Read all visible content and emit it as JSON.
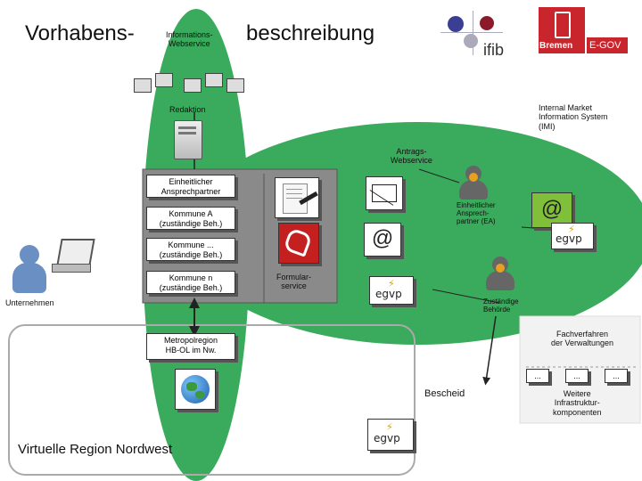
{
  "header": {
    "title_left": "Vorhabens-",
    "title_right": "beschreibung",
    "info_webservice": "Informations-\nWebservice",
    "logo_ifib": "ifib",
    "logo_bremen": "Bremen",
    "logo_egov": "E-GOV"
  },
  "labels": {
    "redaktion": "Redaktion",
    "imi": "Internal Market\nInformation System\n(IMI)",
    "antrags": "Antrags-\nWebservice",
    "einheitlicher_ansprechpartner": "Einheitlicher\nAnsprechpartner",
    "kommune_a": "Kommune A\n(zuständige Beh.)",
    "kommune_dots": "Kommune ...\n(zuständige Beh.)",
    "kommune_n": "Kommune n\n(zuständige Beh.)",
    "unternehmen": "Unternehmen",
    "formularservice": "Formular-\nservice",
    "ea": "Einheitlicher\nAnsprech-\npartner (EA)",
    "zustaendige_behoerde": "Zuständige\nBehörde",
    "fachverfahren": "Fachverfahren\nder Verwaltungen",
    "dots": "...",
    "metropolregion": "Metropolregion\nHB-OL im Nw.",
    "bescheid": "Bescheid",
    "weitere": "Weitere\nInfrastruktur-\nkomponenten",
    "virtuelle_region": "Virtuelle Region Nordwest",
    "at_symbol": "@",
    "egvp": "egvp"
  },
  "colors": {
    "ellipse_green": "#3aaa5c",
    "ellipse_dark": "#2b7f45",
    "panel_gray": "#8a8a8a",
    "bremen_red": "#c9252c",
    "arrow_dark": "#222222"
  }
}
